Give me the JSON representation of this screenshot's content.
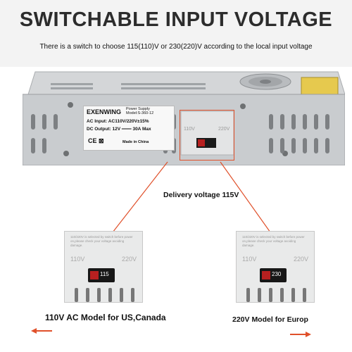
{
  "header": {
    "title": "SWITCHABLE INPUT VOLTAGE",
    "subtitle": "There is a switch to choose 115(110)V or 230(220)V according to the local input voltage"
  },
  "psu_label": {
    "brand": "EXENWING",
    "product_type": "Power Supply",
    "model": "Model:S-360-12",
    "ac_input": "AC Input: AC110V/220V±15%",
    "dc_output": "DC Output: 12V ═══ 30A Max",
    "made_in": "Made in China",
    "marks": "CE ⊠"
  },
  "selector": {
    "left_label": "110V",
    "right_label": "220V"
  },
  "captions": {
    "delivery": "Delivery voltage 115V",
    "left_model": "110V AC Model for US,Canada",
    "right_model": "220V Model for Europ"
  },
  "left_detail": {
    "warning": "110/220V is selected by switch before power on,please check your voltage avoiding damage.",
    "left_label": "110V",
    "right_label": "220V",
    "switch_value": "115"
  },
  "right_detail": {
    "warning": "110/220V is selected by switch before power on,please check your voltage avoiding damage.",
    "left_label": "110V",
    "right_label": "220V",
    "switch_value": "230"
  },
  "colors": {
    "accent": "#e0502a",
    "switch_red": "#b72020",
    "metal": "#c9cccf"
  }
}
